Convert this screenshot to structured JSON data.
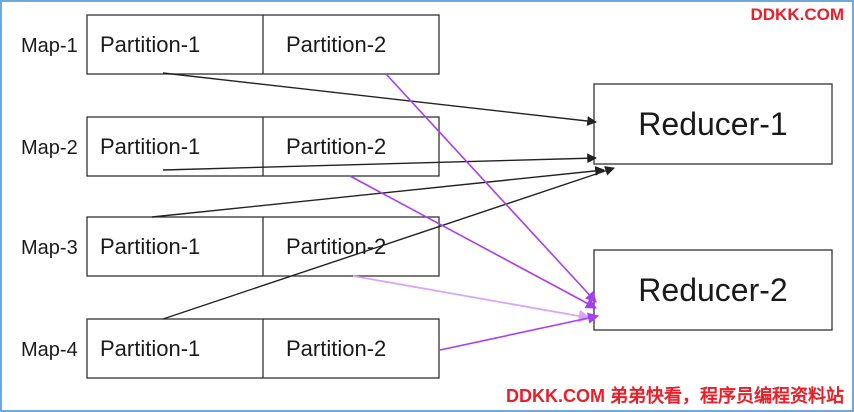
{
  "watermark": {
    "top": "DDKK.COM",
    "bottom": "DDKK.COM 弟弟快看，程序员编程资料站"
  },
  "colors": {
    "map_arrow": "#222222",
    "partition2_arrow": "#a63ff0",
    "faded_arrow": "#d9a6f7",
    "frame": "#6fa8dc",
    "watermark": "#e8202a"
  },
  "maps": [
    {
      "label": "Map-1",
      "partitions": [
        "Partition-1",
        "Partition-2"
      ]
    },
    {
      "label": "Map-2",
      "partitions": [
        "Partition-1",
        "Partition-2"
      ]
    },
    {
      "label": "Map-3",
      "partitions": [
        "Partition-1",
        "Partition-2"
      ]
    },
    {
      "label": "Map-4",
      "partitions": [
        "Partition-1",
        "Partition-2"
      ]
    }
  ],
  "reducers": [
    {
      "label": "Reducer-1"
    },
    {
      "label": "Reducer-2"
    }
  ]
}
